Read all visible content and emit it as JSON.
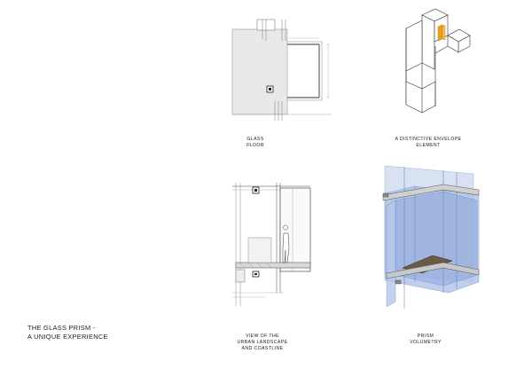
{
  "sheet": {
    "title_lines": [
      "THE GLASS PRISM -",
      "A UNIQUE EXPERIENCE"
    ]
  },
  "panels": {
    "glass_floor": {
      "caption_lines": [
        "GLASS",
        "FLOOR"
      ]
    },
    "envelope": {
      "caption_lines": [
        "A DISTINCTIVE ENVELOPE",
        "ELEMENT"
      ],
      "accent_color": "#e8a020"
    },
    "section_view": {
      "caption_lines": [
        "VIEW OF THE",
        "URBAN LANDSCAPE",
        "AND COASTLINE"
      ]
    },
    "prism": {
      "caption_lines": [
        "PRISM",
        "VOLUMETRY"
      ],
      "glass_color": "#9fb6e0"
    }
  }
}
